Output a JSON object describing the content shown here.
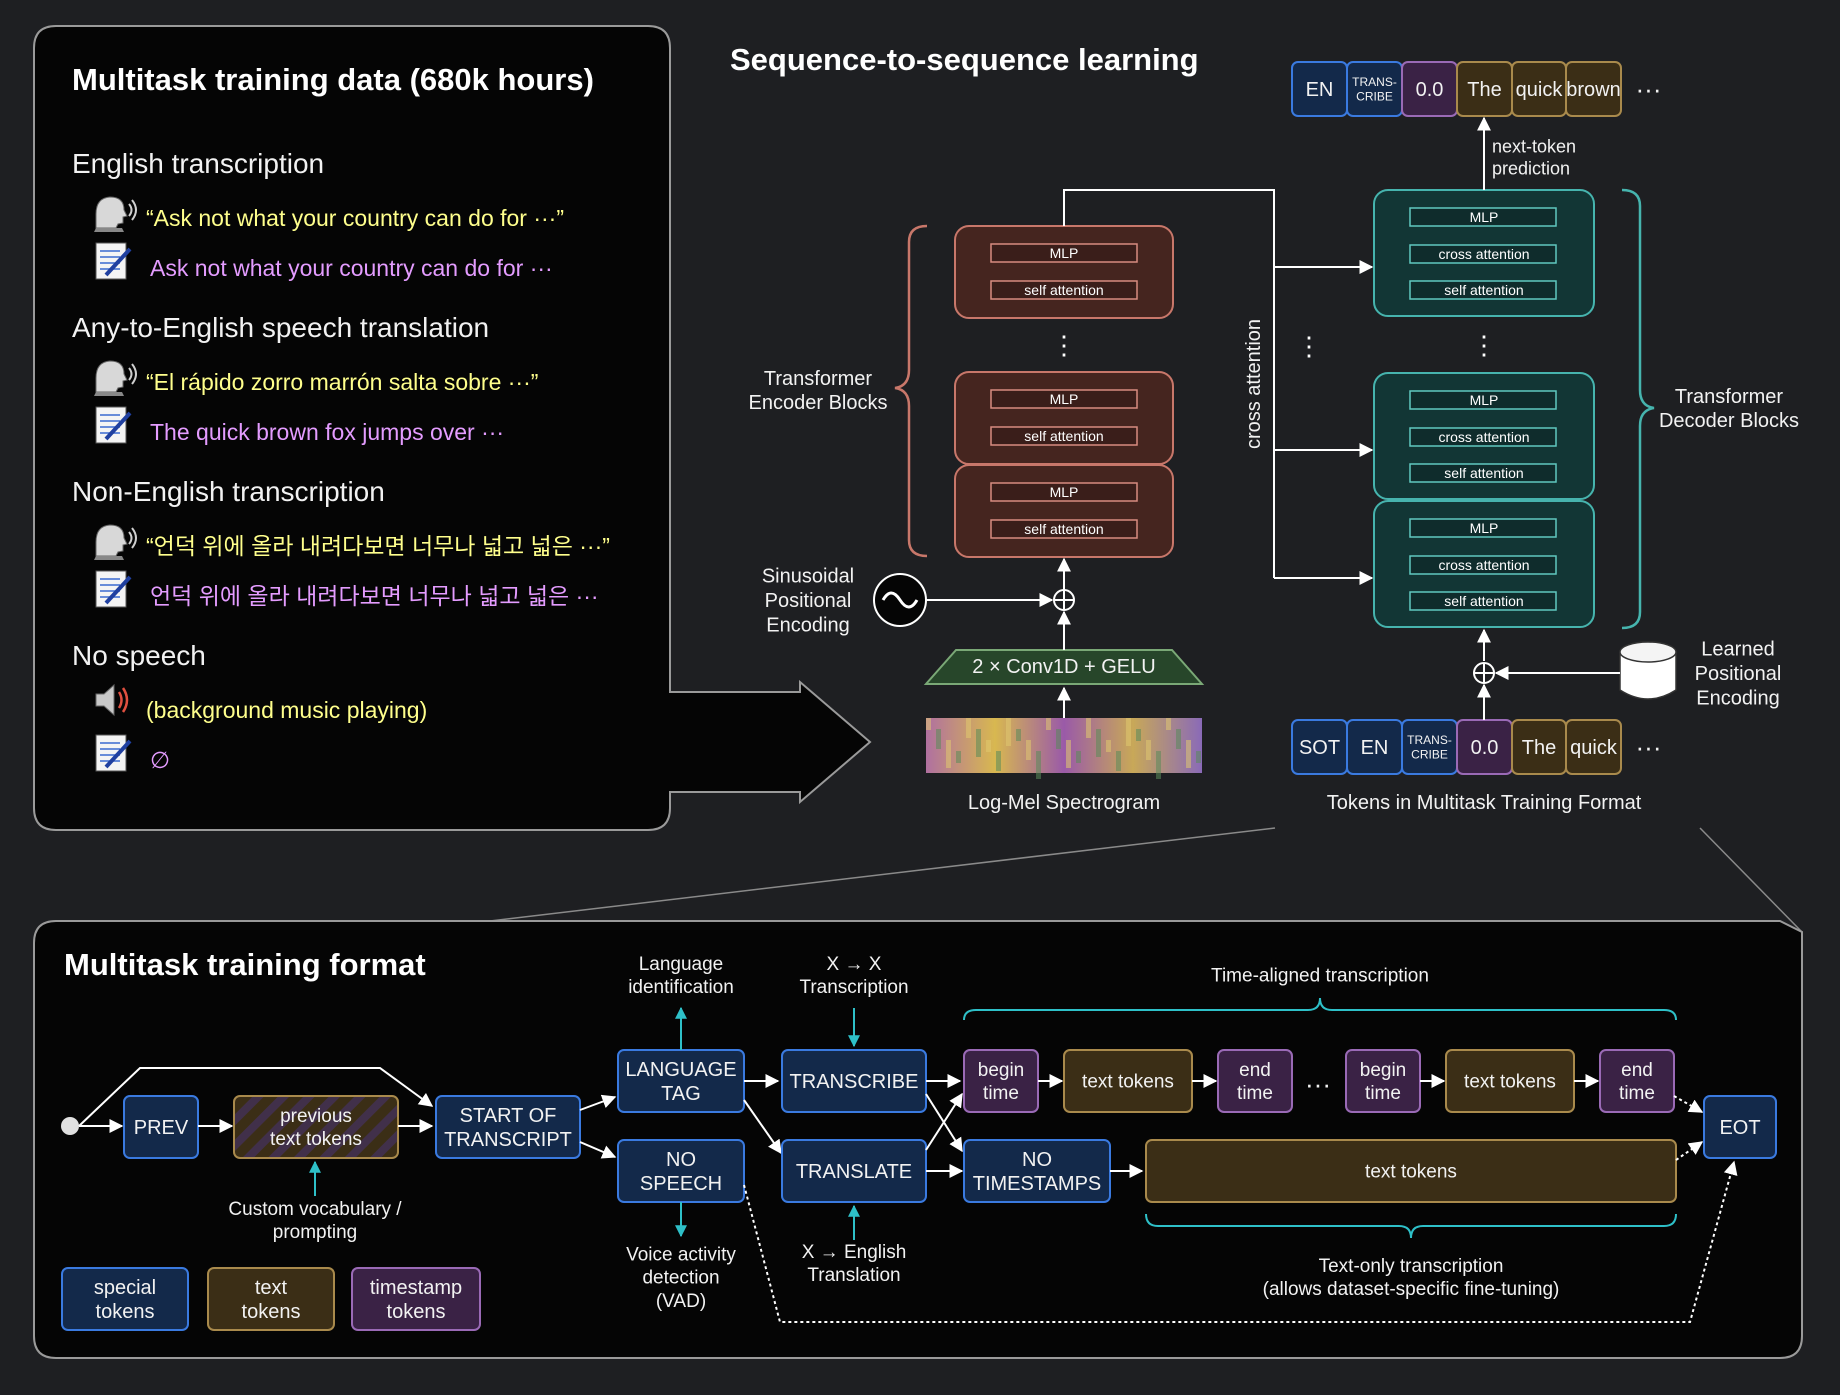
{
  "panel_data": {
    "title": "Multitask training data (680k hours)",
    "sections": [
      {
        "heading": "English transcription",
        "audio": "“Ask not what your country can do for ···”",
        "text": "Ask not what your country can do for ···"
      },
      {
        "heading": "Any-to-English speech translation",
        "audio": "“El rápido zorro marrón salta sobre ···”",
        "text": "The quick brown fox jumps over ···"
      },
      {
        "heading": "Non-English transcription",
        "audio": "“언덕 위에 올라 내려다보면 너무나 넓고 넓은 ···”",
        "text": "언덕 위에 올라 내려다보면 너무나 넓고 넓은 ···"
      },
      {
        "heading": "No speech",
        "audio": "(background music playing)",
        "text": "∅"
      }
    ],
    "icons": [
      "speaking-head-icon",
      "memo-icon",
      "speaker-icon"
    ]
  },
  "seq2seq": {
    "title": "Sequence-to-sequence learning",
    "output_tokens": [
      "EN",
      "TRANS-\nCRIBE",
      "0.0",
      "The",
      "quick",
      "brown",
      "···"
    ],
    "next_token_label": "next-token\nprediction",
    "encoder_label": "Transformer\nEncoder Blocks",
    "decoder_label": "Transformer\nDecoder Blocks",
    "mlp": "MLP",
    "self_attention": "self attention",
    "cross_attention": "cross attention",
    "cross_attention_label": "cross attention",
    "sinusoidal_label": "Sinusoidal\nPositional\nEncoding",
    "conv_label": "2 × Conv1D + GELU",
    "spectrogram_label": "Log-Mel Spectrogram",
    "learned_label": "Learned\nPositional\nEncoding",
    "input_tokens": [
      "SOT",
      "EN",
      "TRANS-\nCRIBE",
      "0.0",
      "The",
      "quick",
      "···"
    ],
    "input_tokens_label": "Tokens in Multitask Training Format"
  },
  "format": {
    "title": "Multitask training format",
    "prev": "PREV",
    "previous_text_tokens": "previous\ntext tokens",
    "custom_vocab": "Custom vocabulary /\nprompting",
    "start_of_transcript": "START OF\nTRANSCRIPT",
    "language_tag": "LANGUAGE\nTAG",
    "language_identification": "Language\nidentification",
    "no_speech": "NO\nSPEECH",
    "vad": "Voice activity\ndetection\n(VAD)",
    "transcribe": "TRANSCRIBE",
    "xx_transcription": "X → X\nTranscription",
    "translate": "TRANSLATE",
    "x_english": "X → English\nTranslation",
    "time_aligned": "Time-aligned transcription",
    "begin_time": "begin\ntime",
    "text_tokens": "text tokens",
    "end_time": "end\ntime",
    "ellipsis": "···",
    "no_timestamps": "NO\nTIMESTAMPS",
    "eot": "EOT",
    "text_only": "Text-only transcription\n(allows dataset-specific fine-tuning)",
    "legend": [
      "special\ntokens",
      "text\ntokens",
      "timestamp\ntokens"
    ]
  },
  "colors": {
    "special": "#13294a",
    "special_border": "#3a7ae0",
    "text": "#3b2e16",
    "text_border": "#a98a4c",
    "timestamp": "#3a2245",
    "timestamp_border": "#9a6ab6",
    "encoder": "#45251f",
    "encoder_border": "#c8776a",
    "decoder": "#123635",
    "decoder_border": "#46b4ae",
    "audio_text": "#ffff8c",
    "transcript_text": "#e49cff"
  }
}
